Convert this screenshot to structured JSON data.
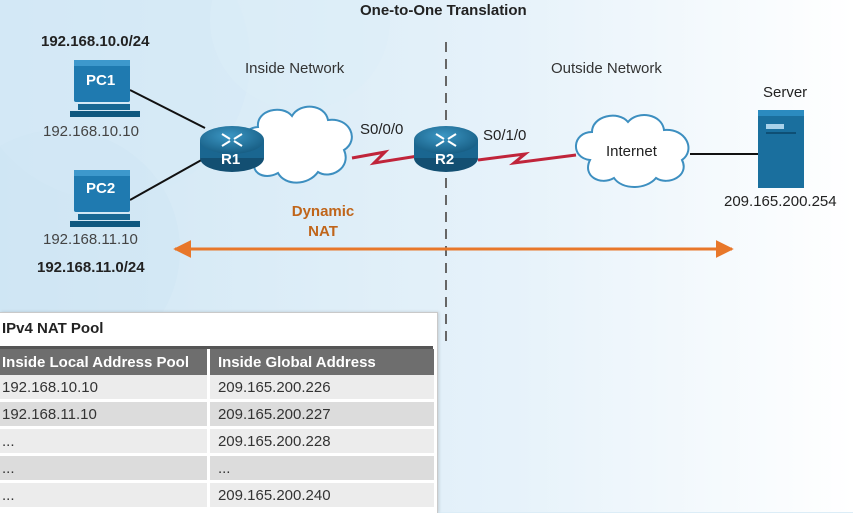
{
  "title": "One-to-One Translation",
  "networks": {
    "inside": "Inside Network",
    "outside": "Outside Network"
  },
  "subnets": {
    "top": "192.168.10.0/24",
    "bottom": "192.168.11.0/24"
  },
  "hosts": {
    "pc1": {
      "label": "PC1",
      "ip": "192.168.10.10"
    },
    "pc2": {
      "label": "PC2",
      "ip": "192.168.11.10"
    }
  },
  "routers": {
    "r1": "R1",
    "r2": "R2"
  },
  "interfaces": {
    "r2_inside": "S0/0/0",
    "r2_outside": "S0/1/0"
  },
  "internet": "Internet",
  "server": {
    "label": "Server",
    "ip": "209.165.200.254"
  },
  "nat": {
    "line1": "Dynamic",
    "line2": "NAT"
  },
  "pool": {
    "title": "IPv4 NAT Pool",
    "headers": [
      "Inside Local Address Pool",
      "Inside Global Address"
    ],
    "rows": [
      [
        "192.168.10.10",
        "209.165.200.226"
      ],
      [
        "192.168.11.10",
        "209.165.200.227"
      ],
      [
        "...",
        "209.165.200.228"
      ],
      [
        "...",
        "..."
      ],
      [
        "...",
        "209.165.200.240"
      ]
    ]
  },
  "colors": {
    "router": "#1e6f96",
    "pc": "#1f7ab0",
    "server": "#1a6f9e",
    "serial_link": "#c0243a",
    "nat_arrow": "#e8772a",
    "nat_text": "#c0651a",
    "table_header": "#6e6e6e"
  },
  "icons": [
    "router-icon",
    "pc-icon",
    "server-icon",
    "cloud-icon"
  ]
}
